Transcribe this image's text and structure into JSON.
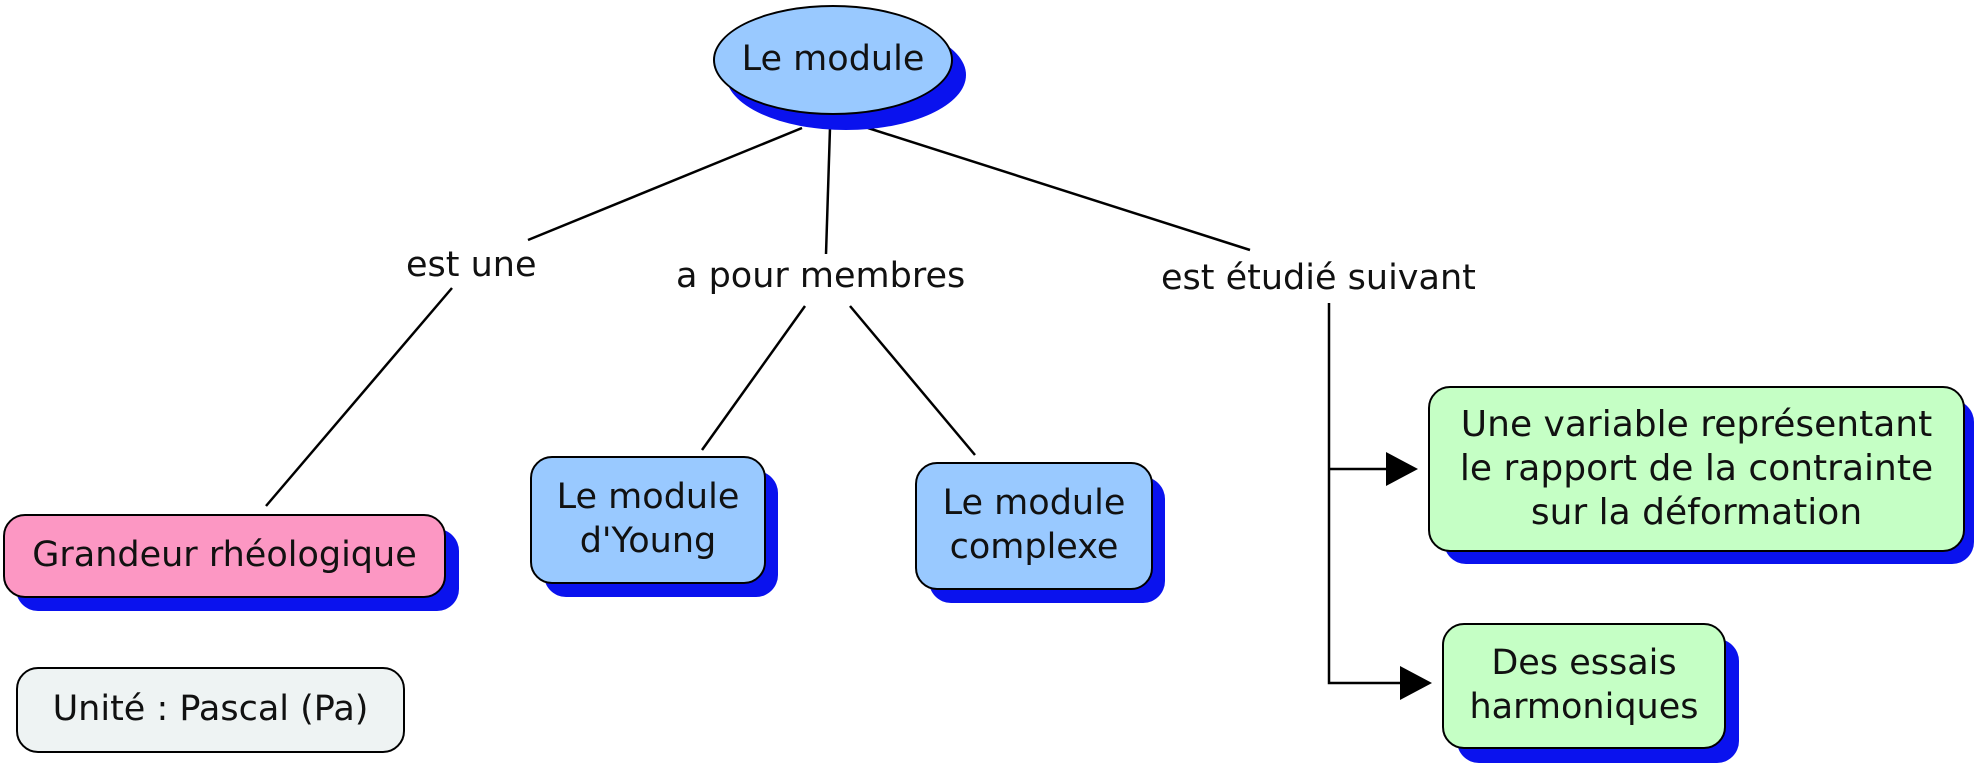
{
  "root": {
    "label": "Le module"
  },
  "links": {
    "est_une": "est une",
    "a_pour_membres": "a pour membres",
    "est_etudie_suivant": "est étudié suivant"
  },
  "nodes": {
    "grandeur": "Grandeur rhéologique",
    "young": "Le module\nd'Young",
    "complexe": "Le module\ncomplexe",
    "variable": "Une variable représentant\nle rapport de la contrainte\nsur la déformation",
    "essais": "Des essais\nharmoniques"
  },
  "note": {
    "unite": "Unité : Pascal (Pa)"
  },
  "colors": {
    "root": "#99c9ff",
    "member": "#99c9ff",
    "grandeur": "#fc97c3",
    "result": "#c5ffc5",
    "note": "#eef3f3",
    "shadow": "#0a12ee"
  }
}
